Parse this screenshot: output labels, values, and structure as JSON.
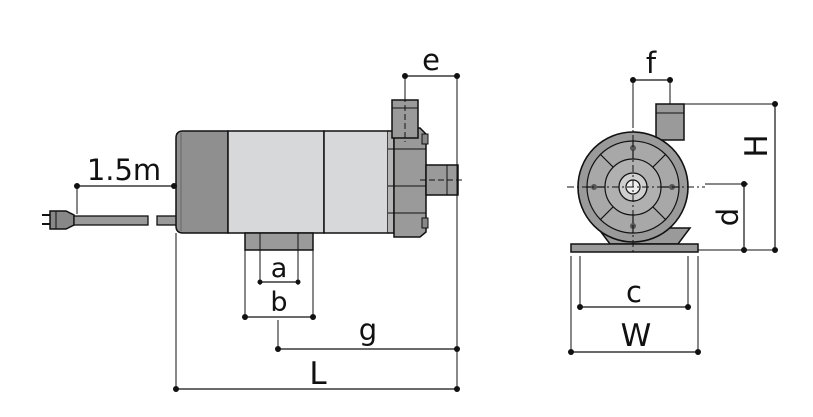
{
  "labels": {
    "cable": "1.5m",
    "a": "a",
    "b": "b",
    "g": "g",
    "L": "L",
    "e": "e",
    "f": "f",
    "H": "H",
    "d": "d",
    "c": "c",
    "W": "W"
  },
  "colors": {
    "motor_dark": "#8f8f8f",
    "motor_light": "#d6d8da",
    "pump_body": "#9a9a9a",
    "line": "#111111"
  }
}
